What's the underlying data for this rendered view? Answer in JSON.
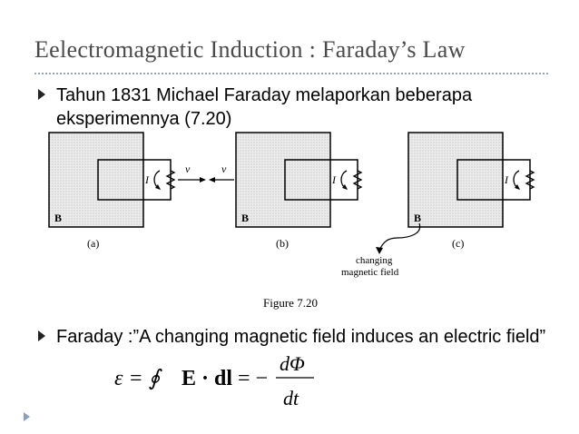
{
  "slide": {
    "title": "Eelectromagnetic Induction : Faraday’s Law",
    "bullets": [
      "Tahun 1831 Michael Faraday melaporkan beberapa eksperimennya (7.20)",
      "Faraday :”A changing magnetic field induces an electric field”"
    ]
  },
  "figure": {
    "panel_labels": [
      "(a)",
      "(b)",
      "(c)"
    ],
    "field_label": "B",
    "current_label": "I",
    "velocity_label": "v",
    "annotation_line1": "changing",
    "annotation_line2": "magnetic field",
    "caption": "Figure 7.20"
  },
  "equation": {
    "lhs": "ε = ∮",
    "integrand": "E · dl",
    "equals": "= −",
    "numerator": "dΦ",
    "denominator": "dt"
  },
  "colors": {
    "title": "#4a4a4a",
    "rule": "#9aa6b8",
    "field_fill": "#e6e6e6",
    "nav_arrow": "#8da0bb"
  },
  "icons": [
    "bullet-arrow-icon",
    "bullet-arrow-icon",
    "nav-arrow-icon"
  ]
}
